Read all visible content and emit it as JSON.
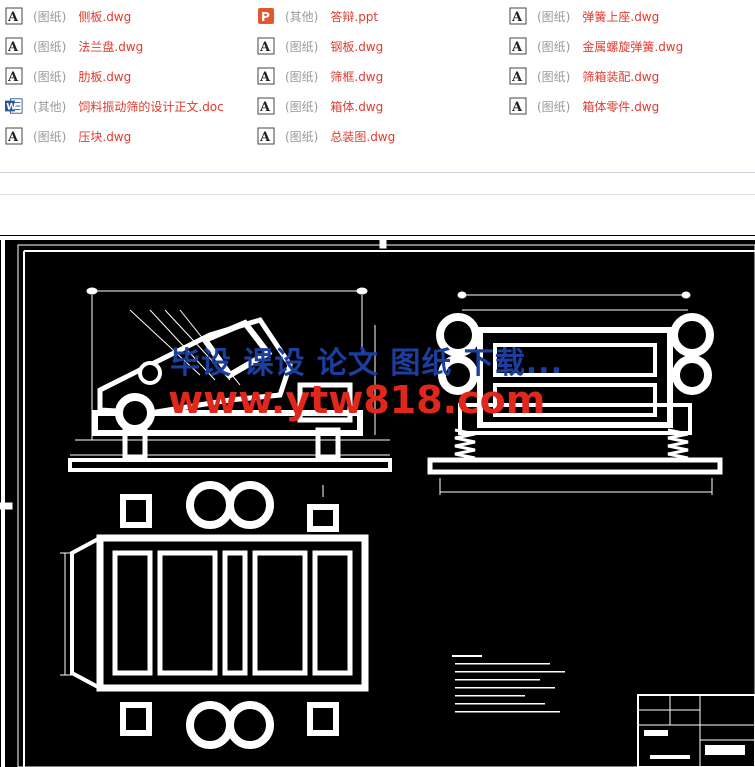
{
  "files": [
    {
      "kind": "(图纸)",
      "name": "侧板.dwg",
      "type": "dwg"
    },
    {
      "kind": "(其他)",
      "name": "答辩.ppt",
      "type": "ppt"
    },
    {
      "kind": "(图纸)",
      "name": "弹簧上座.dwg",
      "type": "dwg"
    },
    {
      "kind": "(图纸)",
      "name": "法兰盘.dwg",
      "type": "dwg"
    },
    {
      "kind": "(图纸)",
      "name": "钢板.dwg",
      "type": "dwg"
    },
    {
      "kind": "(图纸)",
      "name": "金属螺旋弹簧.dwg",
      "type": "dwg"
    },
    {
      "kind": "(图纸)",
      "name": "肋板.dwg",
      "type": "dwg"
    },
    {
      "kind": "(图纸)",
      "name": "筛框.dwg",
      "type": "dwg"
    },
    {
      "kind": "(图纸)",
      "name": "筛箱装配.dwg",
      "type": "dwg"
    },
    {
      "kind": "(其他)",
      "name": "饲料振动筛的设计正文.doc",
      "type": "doc"
    },
    {
      "kind": "(图纸)",
      "name": "箱体.dwg",
      "type": "dwg"
    },
    {
      "kind": "(图纸)",
      "name": "箱体零件.dwg",
      "type": "dwg"
    },
    {
      "kind": "(图纸)",
      "name": "压块.dwg",
      "type": "dwg"
    },
    {
      "kind": "(图纸)",
      "name": "总装图.dwg",
      "type": "dwg"
    }
  ],
  "watermark": {
    "line1": "毕设 课设 论文 图纸 下载...",
    "line2": "www.ytw818.com"
  },
  "colors": {
    "filename": "#e03a2f",
    "kind": "#9a9a9a",
    "wm_blue": "#1c3e9f",
    "wm_red": "#e0271c",
    "drawing_bg": "#000000"
  },
  "icons": {
    "dwg": "autocad-file-icon",
    "ppt": "powerpoint-file-icon",
    "doc": "word-file-icon"
  }
}
